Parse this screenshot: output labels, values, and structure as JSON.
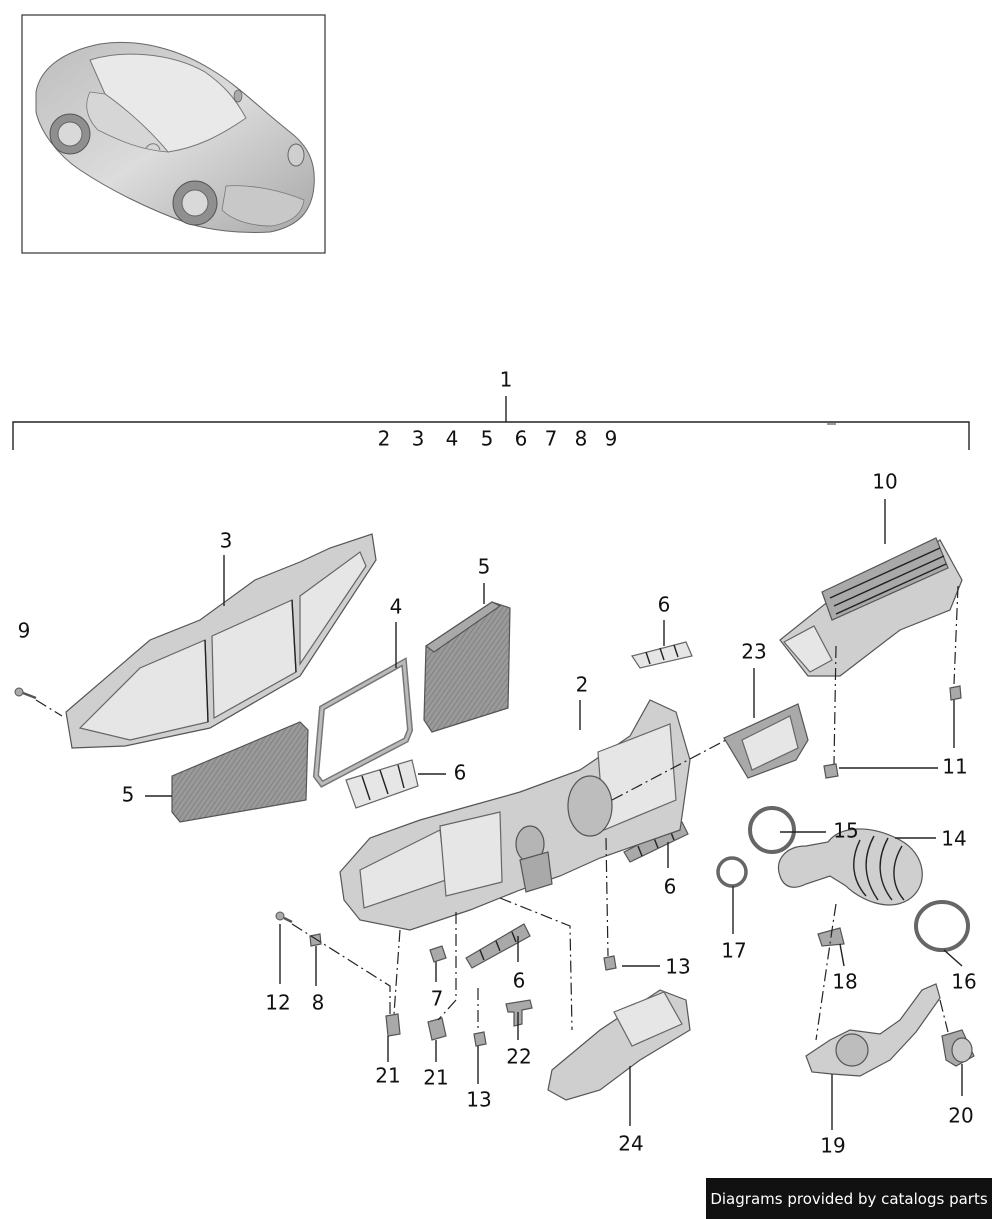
{
  "thumbnail": {
    "icon": "sports-car-thumbnail"
  },
  "callouts": {
    "assembly": "1",
    "subparts": [
      "2",
      "3",
      "4",
      "5",
      "6",
      "7",
      "8",
      "9"
    ],
    "p2": "2",
    "p3": "3",
    "p4": "4",
    "p5a": "5",
    "p5b": "5",
    "p6a": "6",
    "p6b": "6",
    "p6c": "6",
    "p6d": "6",
    "p7": "7",
    "p8": "8",
    "p9": "9",
    "p10": "10",
    "p11": "11",
    "p12": "12",
    "p13a": "13",
    "p13b": "13",
    "p14": "14",
    "p15": "15",
    "p16": "16",
    "p17": "17",
    "p18": "18",
    "p19": "19",
    "p20": "20",
    "p21a": "21",
    "p21b": "21",
    "p22": "22",
    "p23": "23",
    "p24": "24"
  },
  "footer": {
    "credit": "Diagrams provided by catalogs parts"
  }
}
